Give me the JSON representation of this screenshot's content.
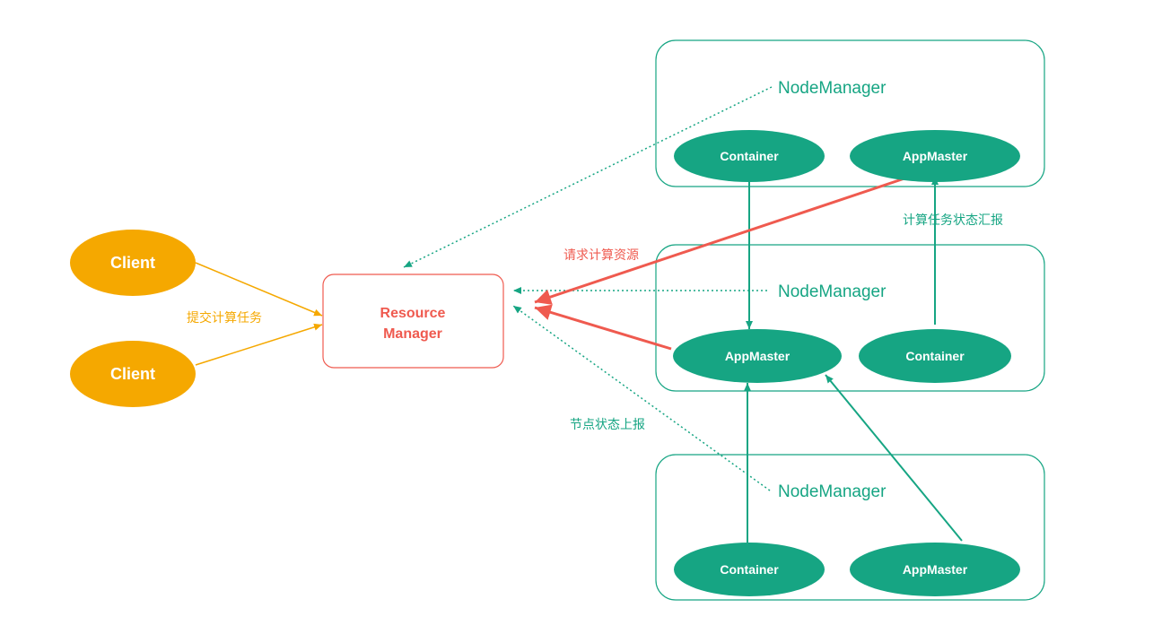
{
  "colors": {
    "teal": "#16a583",
    "orange": "#f5a800",
    "red": "#ef5a4f",
    "white": "#ffffff"
  },
  "clients": [
    {
      "label": "Client"
    },
    {
      "label": "Client"
    }
  ],
  "resource_manager": {
    "line1": "Resource",
    "line2": "Manager"
  },
  "node_managers": [
    {
      "label": "NodeManager",
      "left_label": "Container",
      "right_label": "AppMaster"
    },
    {
      "label": "NodeManager",
      "left_label": "AppMaster",
      "right_label": "Container"
    },
    {
      "label": "NodeManager",
      "left_label": "Container",
      "right_label": "AppMaster"
    }
  ],
  "edge_labels": {
    "submit_job": "提交计算任务",
    "request_resources": "请求计算资源",
    "task_status_report": "计算任务状态汇报",
    "node_status_report": "节点状态上报"
  }
}
